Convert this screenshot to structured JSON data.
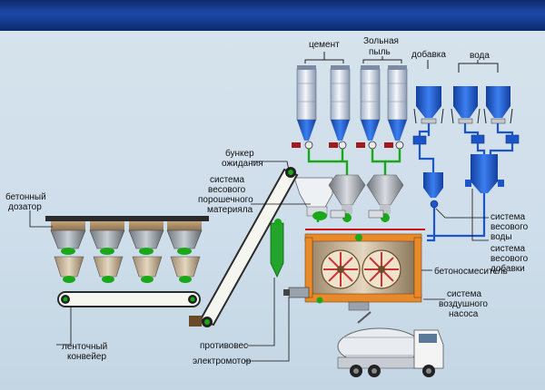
{
  "labels": {
    "cement": "цемент",
    "fly_ash_1": "Зольная",
    "fly_ash_2": "пыль",
    "additive": "добавка",
    "water": "вода",
    "waiting_bunker_1": "бункер",
    "waiting_bunker_2": "ожидания",
    "powder_weighing_1": "система",
    "powder_weighing_2": "весового",
    "powder_weighing_3": "порошечного",
    "powder_weighing_4": "материяла",
    "concrete_batcher_1": "бетонный",
    "concrete_batcher_2": "дозатор",
    "water_weighing_1": "система",
    "water_weighing_2": "весового",
    "water_weighing_3": "воды",
    "additive_weighing_1": "система",
    "additive_weighing_2": "весового",
    "additive_weighing_3": "добавки",
    "mixer": "бетоносмеситель",
    "air_pump_1": "система",
    "air_pump_2": "воздушного",
    "air_pump_3": "насоса",
    "belt_conveyor_1": "ленточный",
    "belt_conveyor_2": "конвейер",
    "counterweight": "противовес",
    "motor": "электромотор"
  },
  "colors": {
    "header": "#1c4aa8",
    "silo_blue": "#1f5fd6",
    "pipe_green": "#1aa81a",
    "pipe_blue": "#1b55c8",
    "belt": "#2b2b2b",
    "red_line": "#d01010",
    "mixer_orange": "#e8892a"
  }
}
